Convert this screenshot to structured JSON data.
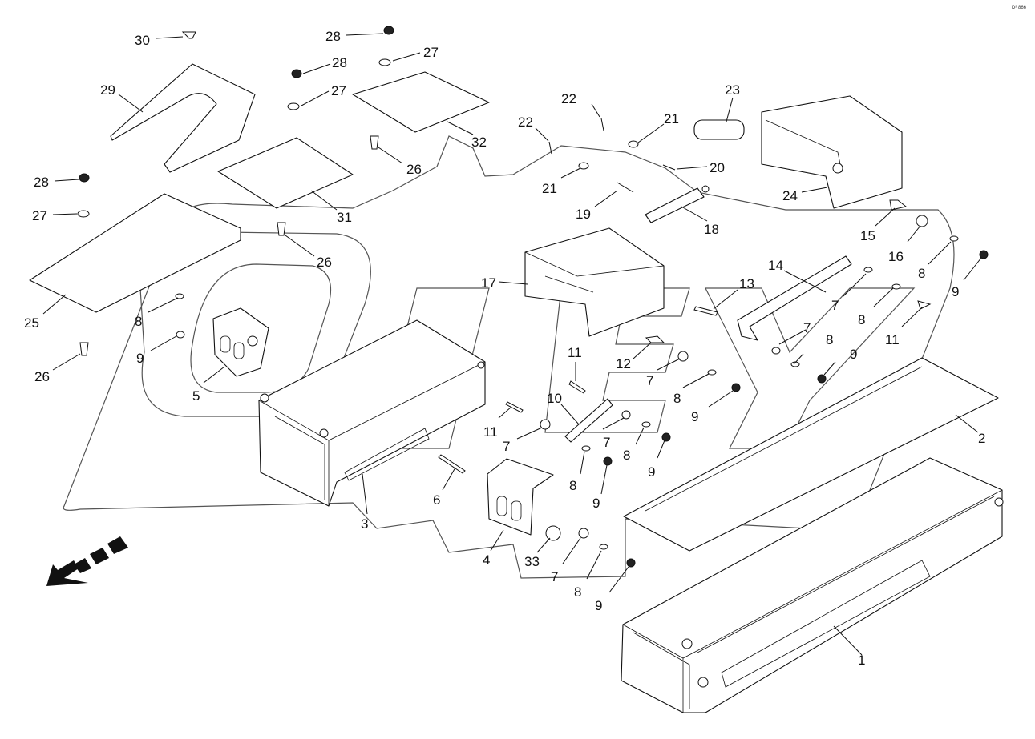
{
  "corner_code": "D² 866",
  "callouts": [
    "1",
    "2",
    "3",
    "4",
    "5",
    "6",
    "7",
    "8",
    "9",
    "10",
    "11",
    "12",
    "13",
    "14",
    "15",
    "16",
    "17",
    "18",
    "19",
    "20",
    "21",
    "22",
    "23",
    "24",
    "25",
    "26",
    "27",
    "28",
    "29",
    "30",
    "31",
    "32",
    "33"
  ]
}
